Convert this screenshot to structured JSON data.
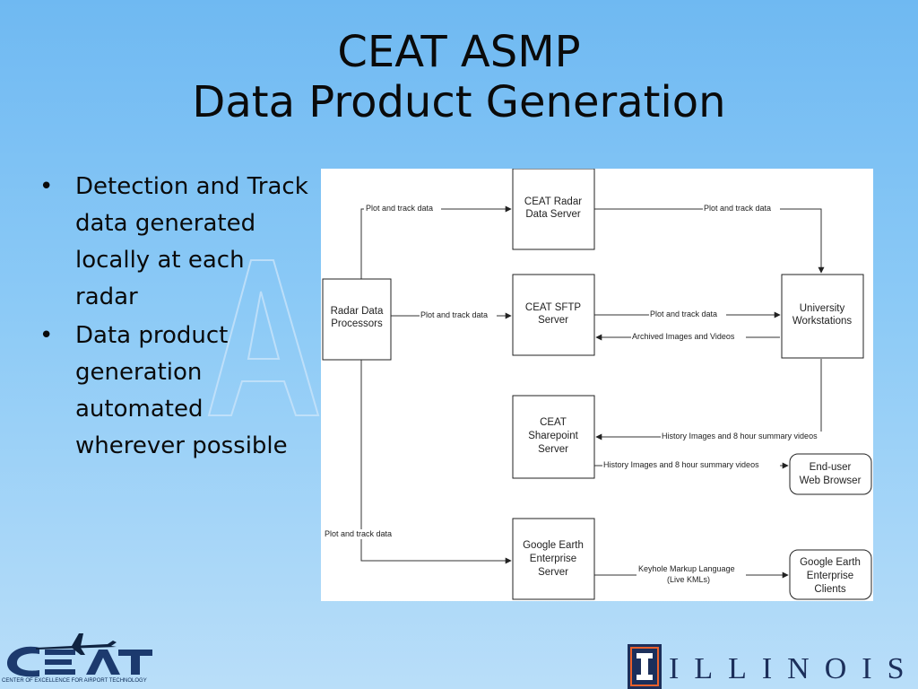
{
  "title": {
    "line1": "CEAT ASMP",
    "line2": "Data Product Generation"
  },
  "bullets": [
    "Detection and Track data generated locally at each radar",
    "Data product generation automated wherever possible"
  ],
  "diagram": {
    "nodes": {
      "radar_processors": [
        "Radar Data",
        "Processors"
      ],
      "radar_server": [
        "CEAT Radar",
        "Data Server"
      ],
      "sftp_server": [
        "CEAT SFTP",
        "Server"
      ],
      "sharepoint_server": [
        "CEAT",
        "Sharepoint",
        "Server"
      ],
      "google_earth_server": [
        "Google Earth",
        "Enterprise",
        "Server"
      ],
      "university_workstations": [
        "University",
        "Workstations"
      ],
      "web_browser": [
        "End-user",
        "Web Browser"
      ],
      "google_earth_clients": [
        "Google Earth",
        "Enterprise",
        "Clients"
      ]
    },
    "edges": {
      "plot_track_1": "Plot and track data",
      "plot_track_2": "Plot and track data",
      "plot_track_3": "Plot and track data",
      "plot_track_4": "Plot and track data",
      "plot_track_5": "Plot and track data",
      "archived": "Archived Images and Videos",
      "history_1": "History Images and 8 hour summary videos",
      "history_2": "History Images and 8 hour summary videos",
      "kml_1": "Keyhole Markup Language",
      "kml_2": "(Live KMLs)"
    }
  },
  "logos": {
    "ceat_caption": "CENTER OF EXCELLENCE FOR AIRPORT TECHNOLOGY",
    "illinois_wordmark": "ILLINOIS",
    "brand_navy": "#1c2f5b",
    "brand_orange": "#e8602c"
  }
}
